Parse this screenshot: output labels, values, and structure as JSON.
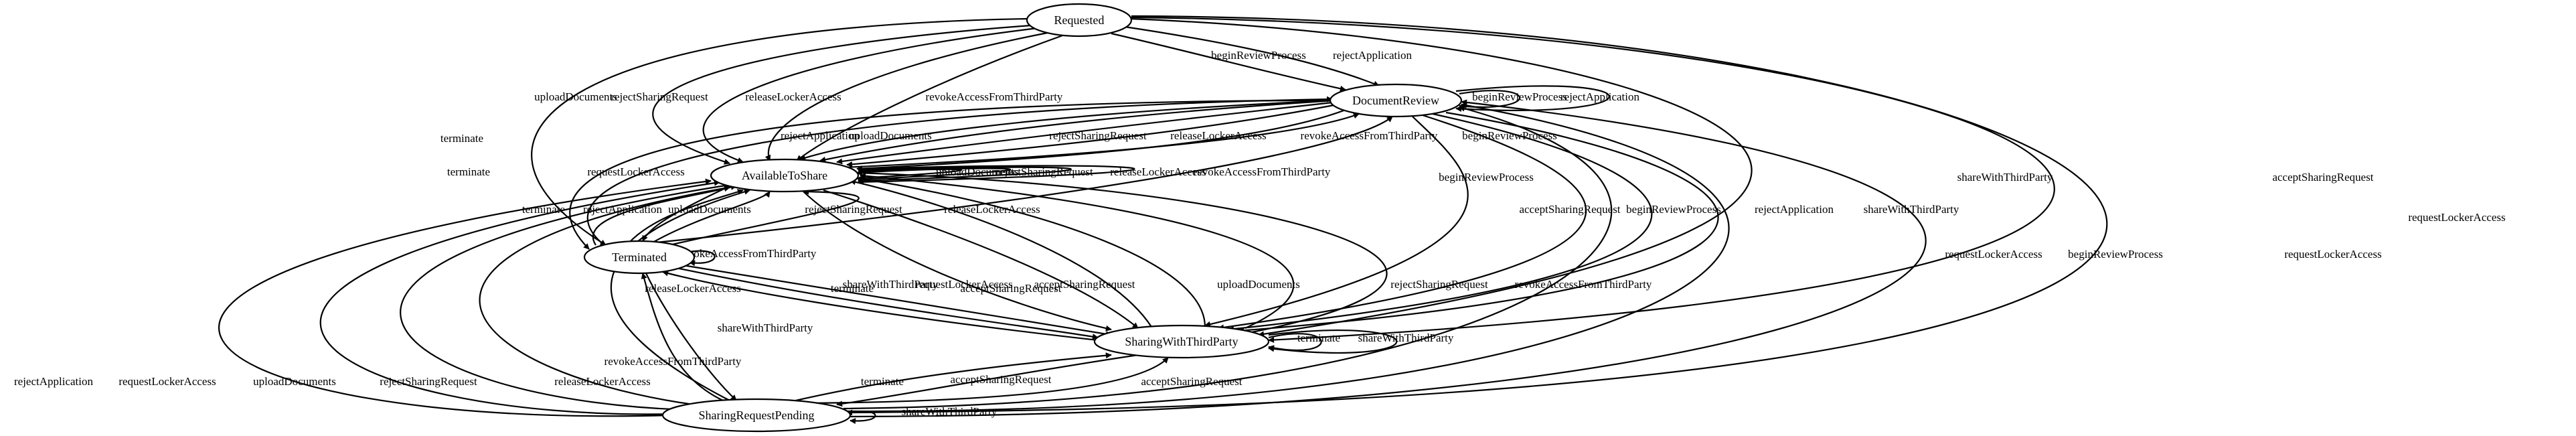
{
  "diagram": {
    "states": [
      {
        "id": "Requested",
        "label": "Requested"
      },
      {
        "id": "DocumentReview",
        "label": "DocumentReview"
      },
      {
        "id": "AvailableToShare",
        "label": "AvailableToShare"
      },
      {
        "id": "Terminated",
        "label": "Terminated"
      },
      {
        "id": "SharingWithThirdParty",
        "label": "SharingWithThirdParty"
      },
      {
        "id": "SharingRequestPending",
        "label": "SharingRequestPending"
      }
    ],
    "transitions": [
      {
        "from": "Requested",
        "to": "DocumentReview",
        "label": "beginReviewProcess"
      },
      {
        "from": "Requested",
        "to": "DocumentReview",
        "label": "rejectApplication"
      },
      {
        "from": "Requested",
        "to": "AvailableToShare",
        "label": "uploadDocuments"
      },
      {
        "from": "Requested",
        "to": "AvailableToShare",
        "label": "rejectSharingRequest"
      },
      {
        "from": "Requested",
        "to": "AvailableToShare",
        "label": "releaseLockerAccess"
      },
      {
        "from": "Requested",
        "to": "AvailableToShare",
        "label": "revokeAccessFromThirdParty"
      },
      {
        "from": "Requested",
        "to": "Terminated",
        "label": "terminate"
      },
      {
        "from": "Requested",
        "to": "SharingWithThirdParty",
        "label": "shareWithThirdParty"
      },
      {
        "from": "Requested",
        "to": "SharingWithThirdParty",
        "label": "acceptSharingRequest"
      },
      {
        "from": "Requested",
        "to": "SharingRequestPending",
        "label": "requestLockerAccess"
      },
      {
        "from": "DocumentReview",
        "to": "DocumentReview",
        "label": "beginReviewProcess"
      },
      {
        "from": "DocumentReview",
        "to": "DocumentReview",
        "label": "rejectApplication"
      },
      {
        "from": "DocumentReview",
        "to": "AvailableToShare",
        "label": "rejectApplication"
      },
      {
        "from": "DocumentReview",
        "to": "AvailableToShare",
        "label": "uploadDocuments"
      },
      {
        "from": "DocumentReview",
        "to": "AvailableToShare",
        "label": "rejectSharingRequest"
      },
      {
        "from": "DocumentReview",
        "to": "AvailableToShare",
        "label": "releaseLockerAccess"
      },
      {
        "from": "DocumentReview",
        "to": "AvailableToShare",
        "label": "revokeAccessFromThirdParty"
      },
      {
        "from": "DocumentReview",
        "to": "Terminated",
        "label": "terminate"
      },
      {
        "from": "DocumentReview",
        "to": "SharingWithThirdParty",
        "label": "acceptSharingRequest"
      },
      {
        "from": "DocumentReview",
        "to": "SharingWithThirdParty",
        "label": "beginReviewProcess"
      },
      {
        "from": "DocumentReview",
        "to": "SharingWithThirdParty",
        "label": "rejectApplication"
      },
      {
        "from": "DocumentReview",
        "to": "SharingWithThirdParty",
        "label": "shareWithThirdParty"
      },
      {
        "from": "AvailableToShare",
        "to": "DocumentReview",
        "label": "beginReviewProcess"
      },
      {
        "from": "AvailableToShare",
        "to": "AvailableToShare",
        "label": "uploadDocuments"
      },
      {
        "from": "AvailableToShare",
        "to": "AvailableToShare",
        "label": "rejectSharingRequest"
      },
      {
        "from": "AvailableToShare",
        "to": "AvailableToShare",
        "label": "releaseLockerAccess"
      },
      {
        "from": "AvailableToShare",
        "to": "AvailableToShare",
        "label": "revokeAccessFromThirdParty"
      },
      {
        "from": "AvailableToShare",
        "to": "Terminated",
        "label": "terminate"
      },
      {
        "from": "AvailableToShare",
        "to": "SharingWithThirdParty",
        "label": "shareWithThirdParty"
      },
      {
        "from": "AvailableToShare",
        "to": "SharingWithThirdParty",
        "label": "acceptSharingRequest"
      },
      {
        "from": "AvailableToShare",
        "to": "SharingRequestPending",
        "label": "requestLockerAccess"
      },
      {
        "from": "Terminated",
        "to": "DocumentReview",
        "label": "beginReviewProcess"
      },
      {
        "from": "Terminated",
        "to": "DocumentReview",
        "label": "rejectApplication"
      },
      {
        "from": "Terminated",
        "to": "AvailableToShare",
        "label": "uploadDocuments"
      },
      {
        "from": "Terminated",
        "to": "AvailableToShare",
        "label": "rejectSharingRequest"
      },
      {
        "from": "Terminated",
        "to": "AvailableToShare",
        "label": "releaseLockerAccess"
      },
      {
        "from": "Terminated",
        "to": "AvailableToShare",
        "label": "revokeAccessFromThirdParty"
      },
      {
        "from": "Terminated",
        "to": "Terminated",
        "label": "terminate"
      },
      {
        "from": "Terminated",
        "to": "SharingWithThirdParty",
        "label": "acceptSharingRequest"
      },
      {
        "from": "Terminated",
        "to": "SharingWithThirdParty",
        "label": "shareWithThirdParty"
      },
      {
        "from": "Terminated",
        "to": "SharingRequestPending",
        "label": "requestLockerAccess"
      },
      {
        "from": "SharingWithThirdParty",
        "to": "AvailableToShare",
        "label": "uploadDocuments"
      },
      {
        "from": "SharingWithThirdParty",
        "to": "AvailableToShare",
        "label": "rejectSharingRequest"
      },
      {
        "from": "SharingWithThirdParty",
        "to": "AvailableToShare",
        "label": "revokeAccessFromThirdParty"
      },
      {
        "from": "SharingWithThirdParty",
        "to": "AvailableToShare",
        "label": "releaseLockerAccess"
      },
      {
        "from": "SharingWithThirdParty",
        "to": "Terminated",
        "label": "terminate"
      },
      {
        "from": "SharingWithThirdParty",
        "to": "SharingWithThirdParty",
        "label": "shareWithThirdParty"
      },
      {
        "from": "SharingWithThirdParty",
        "to": "SharingWithThirdParty",
        "label": "acceptSharingRequest"
      },
      {
        "from": "SharingWithThirdParty",
        "to": "SharingRequestPending",
        "label": "requestLockerAccess"
      },
      {
        "from": "SharingRequestPending",
        "to": "DocumentReview",
        "label": "beginReviewProcess"
      },
      {
        "from": "SharingRequestPending",
        "to": "DocumentReview",
        "label": "rejectApplication"
      },
      {
        "from": "SharingRequestPending",
        "to": "AvailableToShare",
        "label": "requestLockerAccess"
      },
      {
        "from": "SharingRequestPending",
        "to": "AvailableToShare",
        "label": "uploadDocuments"
      },
      {
        "from": "SharingRequestPending",
        "to": "AvailableToShare",
        "label": "rejectSharingRequest"
      },
      {
        "from": "SharingRequestPending",
        "to": "AvailableToShare",
        "label": "releaseLockerAccess"
      },
      {
        "from": "SharingRequestPending",
        "to": "AvailableToShare",
        "label": "revokeAccessFromThirdParty"
      },
      {
        "from": "SharingRequestPending",
        "to": "Terminated",
        "label": "terminate"
      },
      {
        "from": "SharingRequestPending",
        "to": "SharingWithThirdParty",
        "label": "acceptSharingRequest"
      },
      {
        "from": "SharingRequestPending",
        "to": "SharingWithThirdParty",
        "label": "shareWithThirdParty"
      },
      {
        "from": "SharingRequestPending",
        "to": "SharingRequestPending",
        "label": "requestLockerAccess"
      },
      {
        "from": "SharingRequestPending",
        "to": "DocumentReview",
        "label": "requestLockerAccess"
      }
    ]
  }
}
